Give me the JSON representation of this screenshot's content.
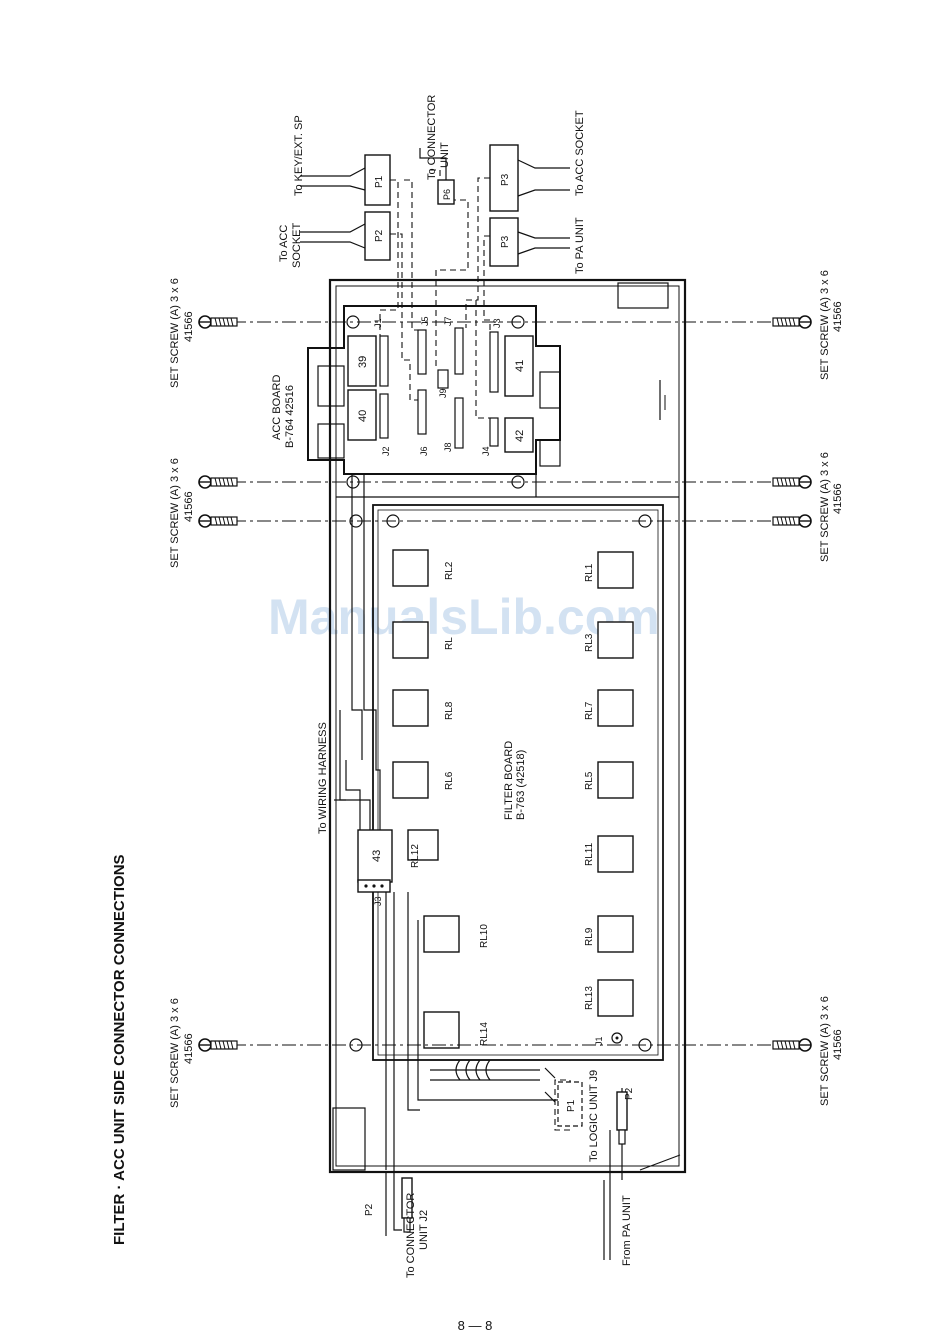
{
  "title": "FILTER · ACC UNIT SIDE CONNECTOR CONNECTIONS",
  "page_number": "8 — 8",
  "watermark": "ManualsLib.com",
  "acc_board": {
    "name": "ACC BOARD",
    "part": "B-764  42516"
  },
  "filter_board": {
    "name": "FILTER BOARD",
    "part": "B-763 (42518)"
  },
  "set_screw": {
    "label": "SET SCREW (A) 3 x 6",
    "part": "41566"
  },
  "relays": {
    "rl1": "RL1",
    "rl2": "RL2",
    "rl3": "RL3",
    "rl4": "RL",
    "rl5": "RL5",
    "rl6": "RL6",
    "rl7": "RL7",
    "rl8": "RL8",
    "rl9": "RL9",
    "rl10": "RL10",
    "rl11": "RL11",
    "rl12": "RL12",
    "rl13": "RL13",
    "rl14": "RL14"
  },
  "modules": {
    "m39": "39",
    "m40": "40",
    "m41": "41",
    "m42": "42",
    "m43": "43"
  },
  "jacks": {
    "j1": "J1",
    "j2": "J2",
    "j3": "J3",
    "j4": "J4",
    "j5": "J5",
    "j6": "J6",
    "j7": "J7",
    "j8": "J8",
    "j9": "J9",
    "fb_j1": "J1",
    "fb_j3": "J3"
  },
  "plugs": {
    "p1": "P1",
    "p2": "P2",
    "p3": "P3",
    "p6": "P6"
  },
  "labels": {
    "to_key_ext_sp": "To KEY/EXT. SP",
    "to_acc_socket_1": "To ACC",
    "to_acc_socket_2": "SOCKET",
    "to_connector_unit_1": "To CONNECTOR",
    "to_connector_unit_2": "UNIT",
    "to_acc_socket_right": "To ACC SOCKET",
    "to_pa_unit": "To PA UNIT",
    "to_wiring_harness": "To WIRING HARNESS",
    "to_logic_unit": "To LOGIC UNIT J9",
    "from_pa_unit": "From PA UNIT",
    "to_connector_j2_1": "To CONNECTOR",
    "to_connector_j2_2": "UNIT J2"
  }
}
